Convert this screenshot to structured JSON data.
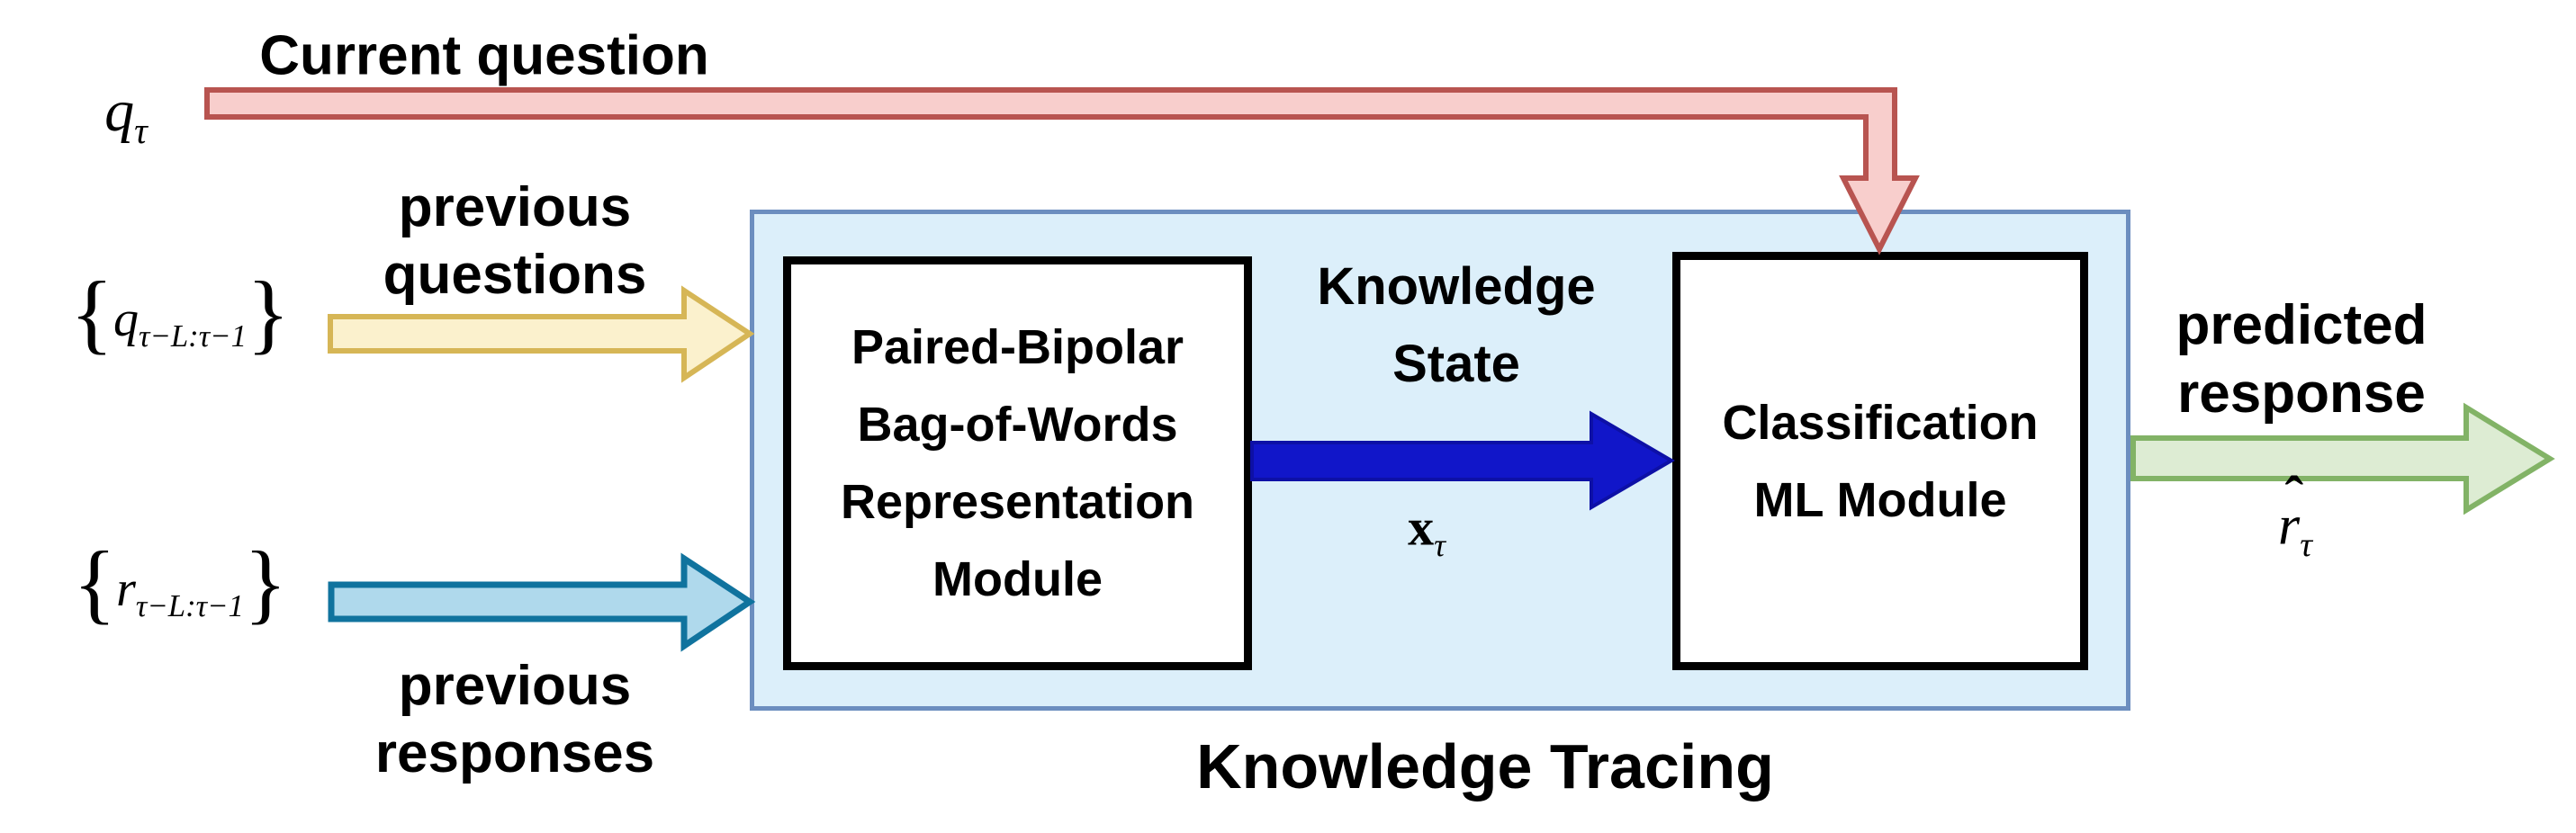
{
  "colors": {
    "red_fill": "#F8CECC",
    "red_stroke": "#B85450",
    "yellow_fill": "#FBF1CD",
    "yellow_stroke": "#D6B656",
    "lightblue_fill": "#AFD9EC",
    "lightblue_stroke": "#10739E",
    "darkblue_fill": "#1116C9",
    "darkblue_stroke": "#0D10A6",
    "green_fill": "#DDECD3",
    "green_stroke": "#82B366",
    "container_fill": "#DCEFFA",
    "container_stroke": "#6C8EBF",
    "module_fill": "#FFFFFF",
    "module_stroke": "#000000",
    "text_color": "#000000"
  },
  "labels": {
    "current_question": "Current question",
    "q_tau": {
      "base": "q",
      "sub": "τ"
    },
    "previous_questions": [
      "previous",
      "questions"
    ],
    "q_set": {
      "open": "{",
      "base": "q",
      "sub": "τ−L:τ−1",
      "close": "}"
    },
    "r_set": {
      "open": "{",
      "base": "r",
      "sub": "τ−L:τ−1",
      "close": "}"
    },
    "previous_responses": [
      "previous",
      "responses"
    ],
    "knowledge_state": [
      "Knowledge",
      "State"
    ],
    "x_tau": {
      "base": "x",
      "sub": "τ"
    },
    "predicted_response": [
      "predicted",
      "response"
    ],
    "r_hat_tau": {
      "hat": "ˆ",
      "base": "r",
      "sub": "τ"
    },
    "knowledge_tracing": "Knowledge Tracing"
  },
  "modules": {
    "representation": [
      "Paired-Bipolar",
      "Bag-of-Words",
      "Representation",
      "Module"
    ],
    "classification": [
      "Classification",
      "ML Module"
    ]
  },
  "arrows": {
    "current_question_arrow": "red elbow arrow from q_tau into top of Classification ML Module",
    "previous_questions_arrow": "yellow arrow into Knowledge Tracing box",
    "previous_responses_arrow": "light blue arrow into Knowledge Tracing box",
    "knowledge_state_arrow": "dark blue arrow from Representation Module to Classification Module",
    "predicted_response_arrow": "green arrow out of Knowledge Tracing box"
  }
}
